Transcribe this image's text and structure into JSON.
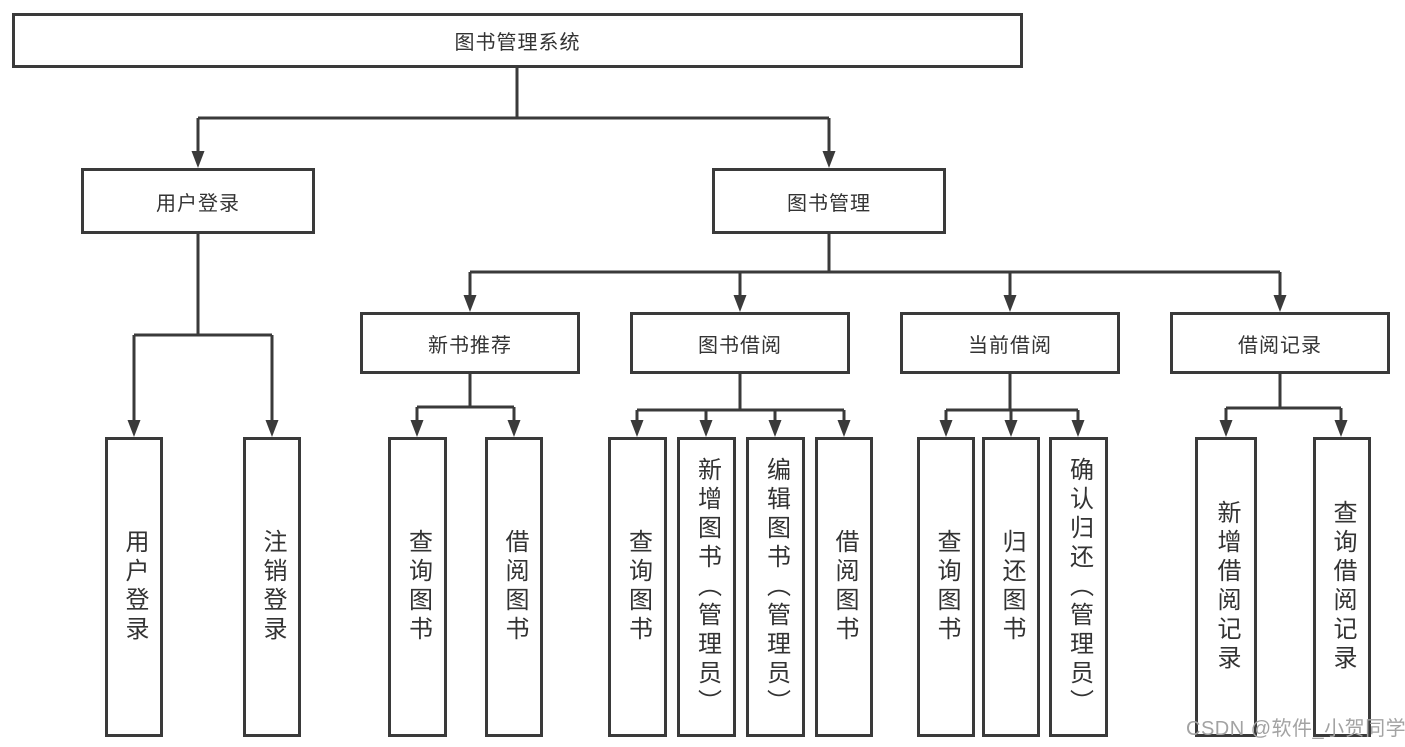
{
  "colors": {
    "line": "#3a3a3a",
    "node_text": "#333333",
    "watermark": "#a3a3a3",
    "background": "#ffffff"
  },
  "tree": {
    "root": "图书管理系统",
    "user_branch": {
      "label": "用户登录",
      "leaves": [
        "用户登录",
        "注销登录"
      ]
    },
    "book_branch": {
      "label": "图书管理",
      "sections": [
        {
          "label": "新书推荐",
          "leaves": [
            "查询图书",
            "借阅图书"
          ]
        },
        {
          "label": "图书借阅",
          "leaves": [
            "查询图书",
            "新增图书（管理员）",
            "编辑图书（管理员）",
            "借阅图书"
          ]
        },
        {
          "label": "当前借阅",
          "leaves": [
            "查询图书",
            "归还图书",
            "确认归还（管理员）"
          ]
        },
        {
          "label": "借阅记录",
          "leaves": [
            "新增借阅记录",
            "查询借阅记录"
          ]
        }
      ]
    }
  },
  "watermark": {
    "text": "CSDN @软件_小贺同学"
  }
}
